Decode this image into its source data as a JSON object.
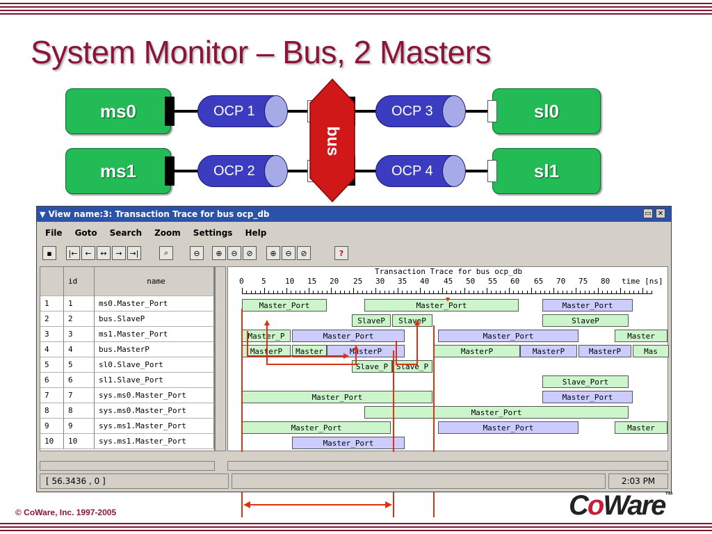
{
  "slide": {
    "title": "System Monitor – Bus, 2 Masters",
    "copyright": "© CoWare, Inc. 1997-2005",
    "logo": {
      "prefix": "C",
      "o": "o",
      "suffix": "Ware",
      "tm": "™"
    }
  },
  "diagram": {
    "masters": [
      "ms0",
      "ms1"
    ],
    "slaves": [
      "sl0",
      "sl1"
    ],
    "channels": [
      "OCP 1",
      "OCP 2",
      "OCP 3",
      "OCP 4"
    ],
    "bus": "bus",
    "colors": {
      "block": "#22bb55",
      "bus": "#d01818",
      "channel": "#3c3cc0"
    }
  },
  "window": {
    "title": "View name:3: Transaction Trace for bus ocp_db",
    "menu": [
      "File",
      "Goto",
      "Search",
      "Zoom",
      "Settings",
      "Help"
    ],
    "table": {
      "headers": [
        "",
        "id",
        "name"
      ],
      "rows": [
        [
          "1",
          "1",
          "ms0.Master_Port"
        ],
        [
          "2",
          "2",
          "bus.SlaveP"
        ],
        [
          "3",
          "3",
          "ms1.Master_Port"
        ],
        [
          "4",
          "4",
          "bus.MasterP"
        ],
        [
          "5",
          "5",
          "sl0.Slave_Port"
        ],
        [
          "6",
          "6",
          "sl1.Slave_Port"
        ],
        [
          "7",
          "7",
          "sys.ms0.Master_Port"
        ],
        [
          "8",
          "8",
          "sys.ms0.Master_Port"
        ],
        [
          "9",
          "9",
          "sys.ms1.Master_Port"
        ],
        [
          "10",
          "10",
          "sys.ms1.Master_Port"
        ]
      ]
    },
    "trace": {
      "title": "Transaction Trace for bus ocp_db",
      "ticks": [
        "0",
        "5",
        "10",
        "15",
        "20",
        "25",
        "30",
        "35",
        "40",
        "45",
        "50",
        "55",
        "60",
        "65",
        "70",
        "75",
        "80",
        "time [ns]"
      ],
      "bars": [
        {
          "row": 0,
          "label": "Master_Port",
          "c": "g"
        },
        {
          "row": 0,
          "label": "Master_Port",
          "c": "g"
        },
        {
          "row": 0,
          "label": "Master_Port",
          "c": "b"
        },
        {
          "row": 1,
          "label": "SlaveP",
          "c": "g"
        },
        {
          "row": 1,
          "label": "SlaveP",
          "c": "g"
        },
        {
          "row": 1,
          "label": "SlaveP",
          "c": "g"
        },
        {
          "row": 2,
          "label": "Master_P",
          "c": "g"
        },
        {
          "row": 2,
          "label": "Master_Port",
          "c": "b"
        },
        {
          "row": 2,
          "label": "Master_Port",
          "c": "b"
        },
        {
          "row": 2,
          "label": "Master",
          "c": "g"
        },
        {
          "row": 3,
          "label": "MasterP",
          "c": "g"
        },
        {
          "row": 3,
          "label": "Master",
          "c": "g"
        },
        {
          "row": 3,
          "label": "MasterP",
          "c": "b"
        },
        {
          "row": 3,
          "label": "MasterP",
          "c": "g"
        },
        {
          "row": 3,
          "label": "MasterP",
          "c": "b"
        },
        {
          "row": 3,
          "label": "MasterP",
          "c": "b"
        },
        {
          "row": 3,
          "label": "Mas",
          "c": "g"
        },
        {
          "row": 4,
          "label": "Slave_P",
          "c": "g"
        },
        {
          "row": 4,
          "label": "Slave_P",
          "c": "g"
        },
        {
          "row": 5,
          "label": "Slave_Port",
          "c": "g"
        },
        {
          "row": 6,
          "label": "Master_Port",
          "c": "g"
        },
        {
          "row": 6,
          "label": "Master_Port",
          "c": "b"
        },
        {
          "row": 7,
          "label": "Master_Port",
          "c": "g"
        },
        {
          "row": 8,
          "label": "Master_Port",
          "c": "g"
        },
        {
          "row": 8,
          "label": "Master_Port",
          "c": "b"
        },
        {
          "row": 8,
          "label": "Master",
          "c": "g"
        },
        {
          "row": 9,
          "label": "Master_Port",
          "c": "b"
        }
      ]
    },
    "status": {
      "coords": "[ 56.3436 , 0 ]",
      "time": "2:03 PM"
    }
  }
}
